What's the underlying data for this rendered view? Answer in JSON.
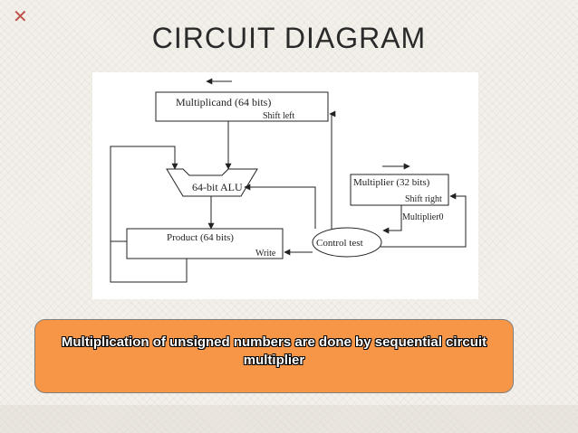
{
  "slide": {
    "corner_glyph": "✕",
    "title": "CIRCUIT DIAGRAM",
    "caption": "Multiplication of unsigned numbers are done by sequential circuit multiplier"
  },
  "diagram": {
    "multiplicand_label": "Multiplicand (64 bits)",
    "shift_left_label": "Shift left",
    "alu_label": "64-bit ALU",
    "product_label": "Product (64 bits)",
    "write_label": "Write",
    "multiplier_label": "Multiplier (32 bits)",
    "shift_right_label": "Shift right",
    "multiplier0_label": "Multiplier0",
    "control_test_label": "Control test"
  },
  "colors": {
    "accent_orange": "#f79646",
    "title_text": "#2a2a2a",
    "corner_mark": "#c0504d"
  }
}
